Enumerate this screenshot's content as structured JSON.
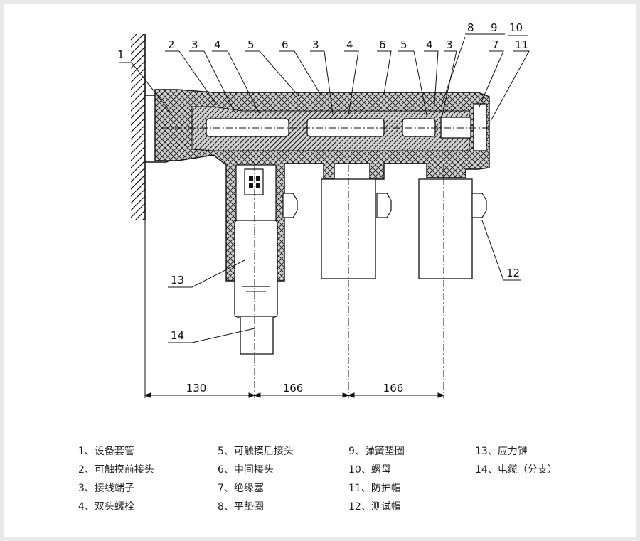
{
  "callouts": {
    "c1": "1",
    "c2": "2",
    "c3a": "3",
    "c4a": "4",
    "c5a": "5",
    "c6a": "6",
    "c3b": "3",
    "c4b": "4",
    "c6b": "6",
    "c5b": "5",
    "c4c": "4",
    "c3c": "3",
    "c8": "8",
    "c9": "9",
    "c10": "10",
    "c7": "7",
    "c11": "11",
    "c12": "12",
    "c13": "13",
    "c14": "14"
  },
  "dimensions": [
    "130",
    "166",
    "166"
  ],
  "legend": [
    "1、设备套管",
    "2、可触摸前接头",
    "3、接线端子",
    "4、双头螺栓",
    "5、可触摸后接头",
    "6、中间接头",
    "7、绝缘塞",
    "8、平垫圈",
    "9、弹簧垫圈",
    "10、螺母",
    "11、防护帽",
    "12、测试帽",
    "13、应力锥",
    "14、电缆（分支）"
  ]
}
